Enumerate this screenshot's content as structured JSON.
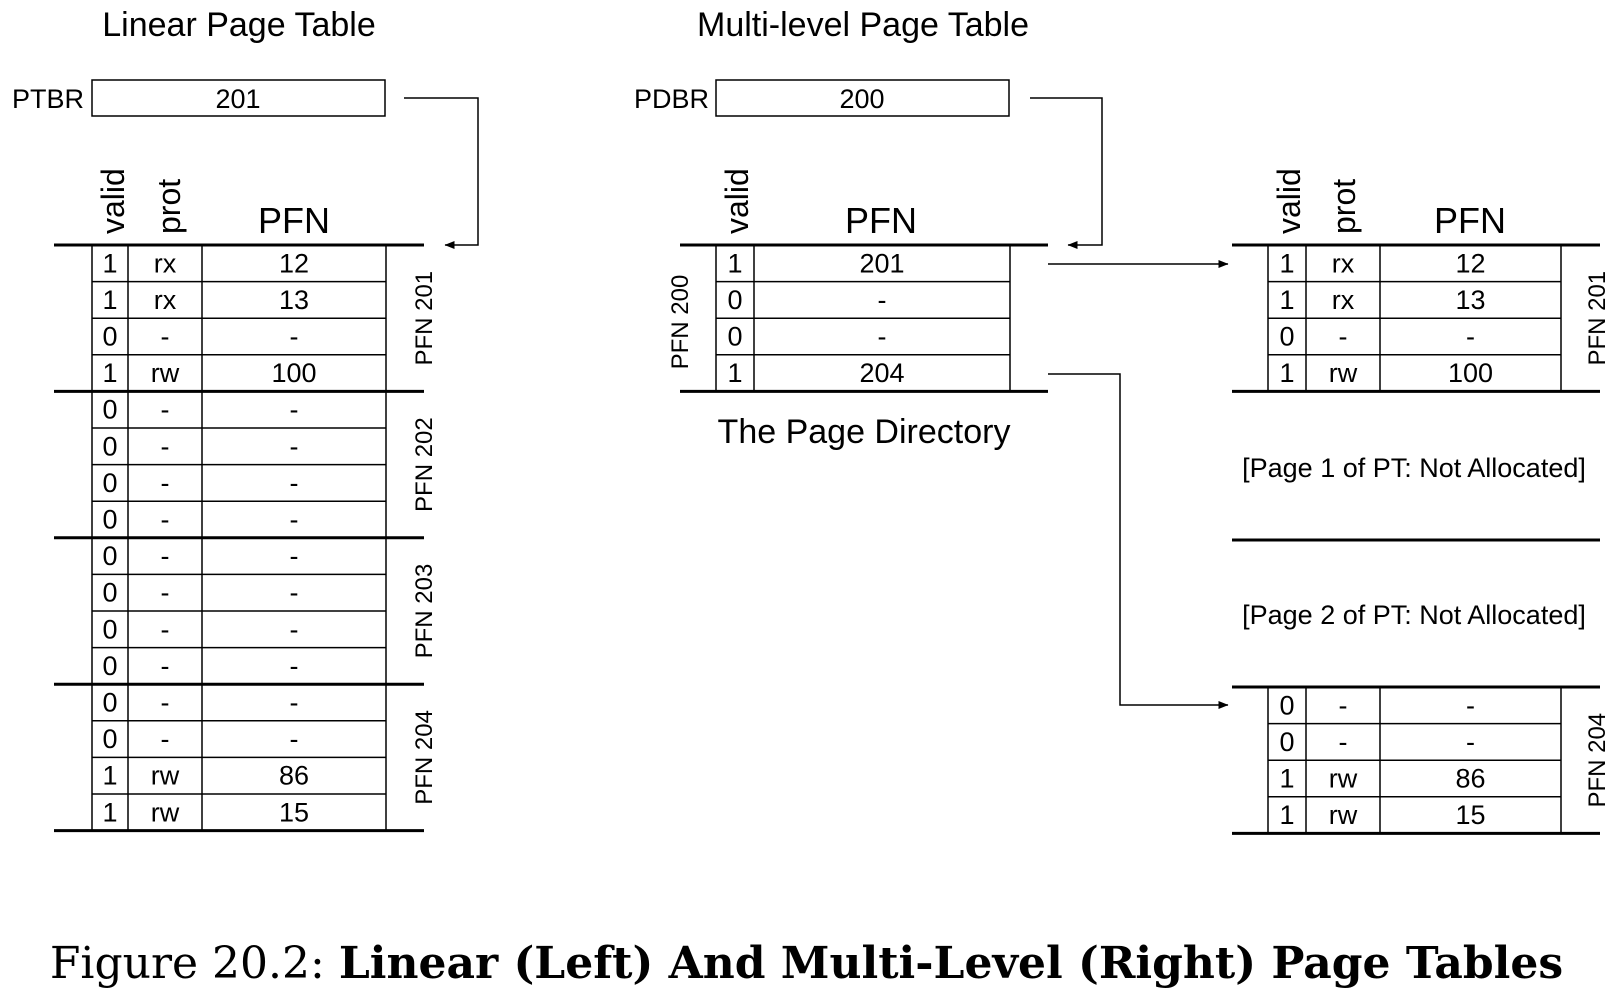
{
  "linear": {
    "title": "Linear Page Table",
    "register": {
      "label": "PTBR",
      "value": "201"
    },
    "headers": {
      "valid": "valid",
      "prot": "prot",
      "pfn": "PFN"
    },
    "pages": [
      {
        "label": "PFN 201",
        "rows": [
          [
            "1",
            "rx",
            "12"
          ],
          [
            "1",
            "rx",
            "13"
          ],
          [
            "0",
            "-",
            "-"
          ],
          [
            "1",
            "rw",
            "100"
          ]
        ]
      },
      {
        "label": "PFN 202",
        "rows": [
          [
            "0",
            "-",
            "-"
          ],
          [
            "0",
            "-",
            "-"
          ],
          [
            "0",
            "-",
            "-"
          ],
          [
            "0",
            "-",
            "-"
          ]
        ]
      },
      {
        "label": "PFN 203",
        "rows": [
          [
            "0",
            "-",
            "-"
          ],
          [
            "0",
            "-",
            "-"
          ],
          [
            "0",
            "-",
            "-"
          ],
          [
            "0",
            "-",
            "-"
          ]
        ]
      },
      {
        "label": "PFN 204",
        "rows": [
          [
            "0",
            "-",
            "-"
          ],
          [
            "0",
            "-",
            "-"
          ],
          [
            "1",
            "rw",
            "86"
          ],
          [
            "1",
            "rw",
            "15"
          ]
        ]
      }
    ]
  },
  "multilevel": {
    "title": "Multi-level Page Table",
    "register": {
      "label": "PDBR",
      "value": "200"
    },
    "directory": {
      "headers": {
        "valid": "valid",
        "pfn": "PFN"
      },
      "label": "PFN 200",
      "caption": "The Page Directory",
      "rows": [
        [
          "1",
          "201"
        ],
        [
          "0",
          "-"
        ],
        [
          "0",
          "-"
        ],
        [
          "1",
          "204"
        ]
      ]
    },
    "page_tables": [
      {
        "label": "PFN 201",
        "rows": [
          [
            "1",
            "rx",
            "12"
          ],
          [
            "1",
            "rx",
            "13"
          ],
          [
            "0",
            "-",
            "-"
          ],
          [
            "1",
            "rw",
            "100"
          ]
        ]
      },
      {
        "label": "PFN 204",
        "rows": [
          [
            "0",
            "-",
            "-"
          ],
          [
            "0",
            "-",
            "-"
          ],
          [
            "1",
            "rw",
            "86"
          ],
          [
            "1",
            "rw",
            "15"
          ]
        ]
      }
    ],
    "pt_headers": {
      "valid": "valid",
      "prot": "prot",
      "pfn": "PFN"
    },
    "not_allocated": [
      "[Page 1 of PT: Not Allocated]",
      "[Page 2 of PT: Not Allocated]"
    ]
  },
  "figure": {
    "number": "Figure 20.2:",
    "title": "Linear (Left) And Multi-Level (Right) Page Tables"
  }
}
